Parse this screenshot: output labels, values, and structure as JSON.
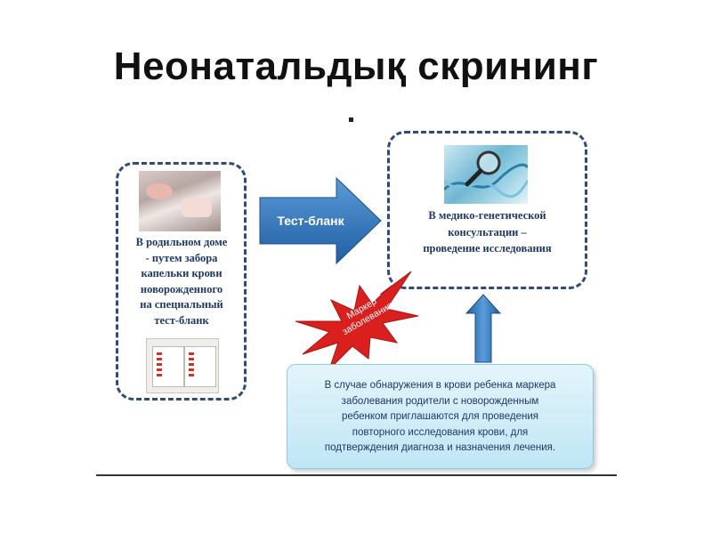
{
  "title": "Неонатальдық скрининг",
  "left_box": {
    "lines": [
      "В родильном доме",
      "- путем забора",
      "капельки крови",
      "новорожденного",
      "на специальный",
      "тест-бланк"
    ]
  },
  "arrow_label": "Тест-бланк",
  "right_box": {
    "lines": [
      "В медико-генетической",
      "консультации –",
      "проведение исследования"
    ]
  },
  "burst_label": {
    "lines": [
      "Маркер",
      "заболевания"
    ]
  },
  "info_box": {
    "lines": [
      "В случае обнаружения в крови ребенка маркера",
      "заболевания родители с новорожденным",
      "ребенком приглашаются для проведения",
      "повторного исследования крови, для",
      "подтверждения диагноза и назначения лечения."
    ]
  },
  "colors": {
    "dashed_border": "#2d4b7c",
    "arrow_blue": "#2f6fb5",
    "burst_red": "#d9201e",
    "info_fill": "#bfe6f5",
    "text_navy": "#1f3864"
  },
  "icons": [
    "newborn-photo",
    "dna-magnifier-photo",
    "test-form-photo"
  ]
}
